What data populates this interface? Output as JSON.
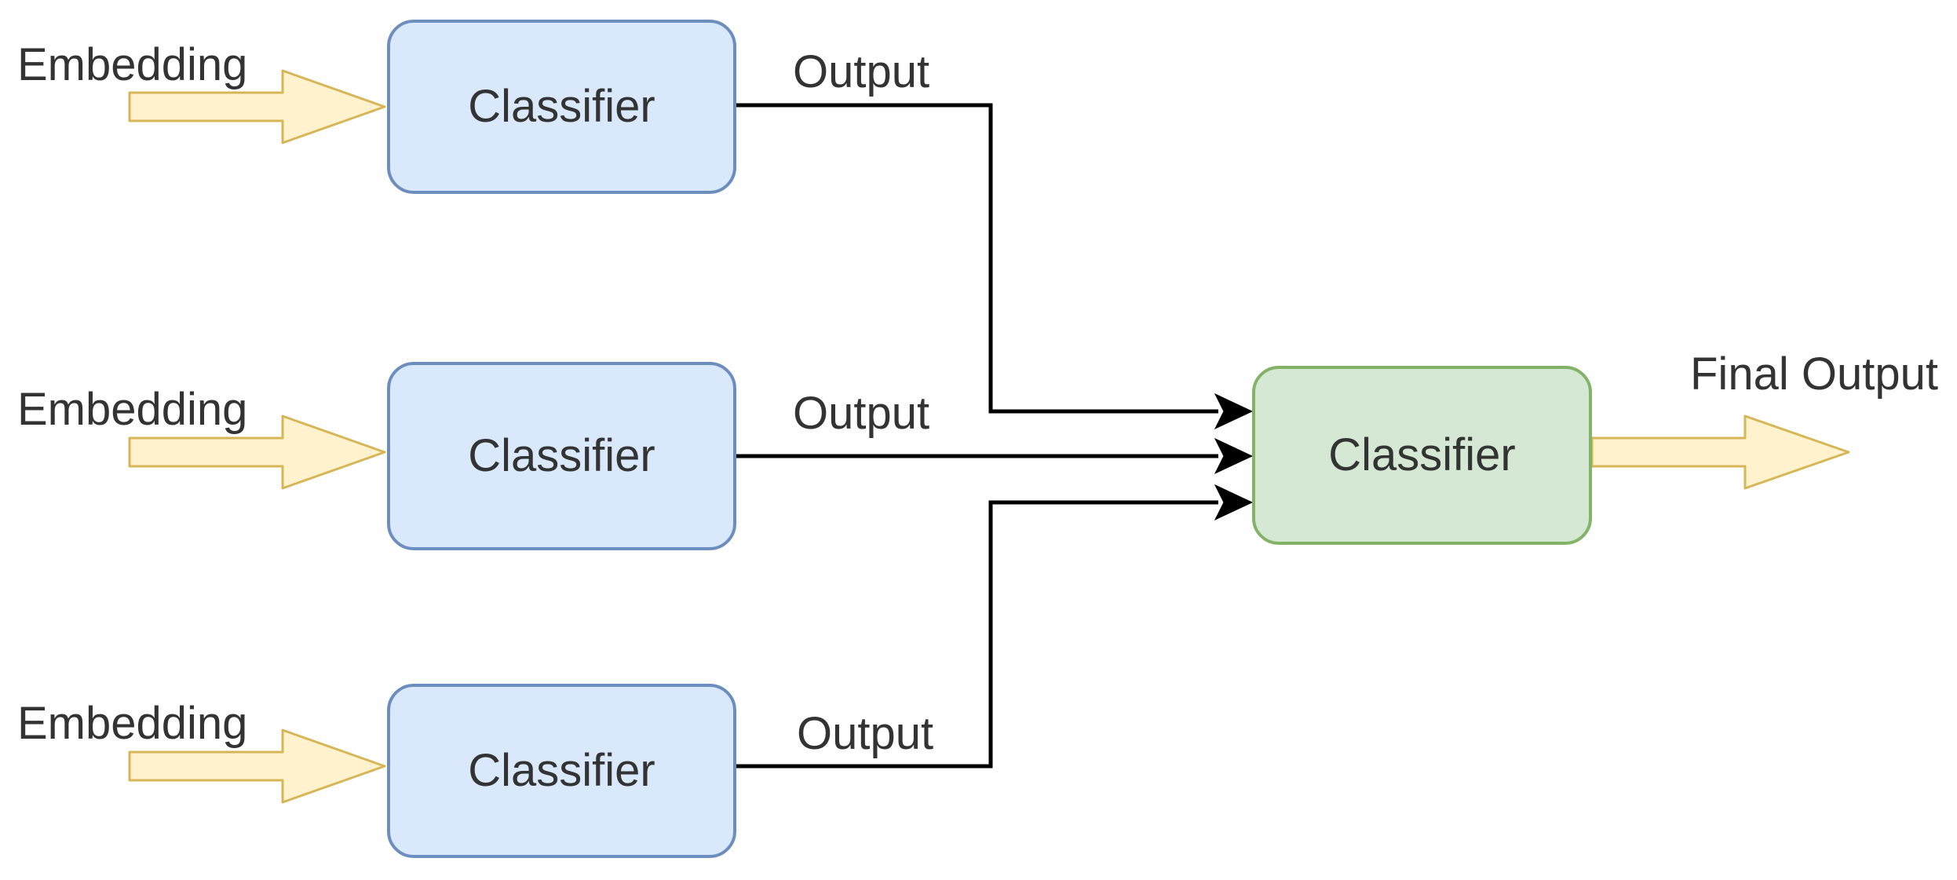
{
  "diagram": {
    "rows": [
      {
        "input_label": "Embedding",
        "node_label": "Classifier",
        "output_label": "Output"
      },
      {
        "input_label": "Embedding",
        "node_label": "Classifier",
        "output_label": "Output"
      },
      {
        "input_label": "Embedding",
        "node_label": "Classifier",
        "output_label": "Output"
      }
    ],
    "aggregator": {
      "node_label": "Classifier",
      "output_label": "Final Output"
    },
    "icons": {
      "input_arrow": "block-arrow-right-icon",
      "final_arrow": "block-arrow-right-icon",
      "connector_head": "arrowhead-right-icon"
    },
    "colors": {
      "background": "#ffffff",
      "node_fill": "#dae8fc",
      "node_border": "#6c8ebf",
      "aggregator_fill": "#d5e8d4",
      "aggregator_border": "#82b366",
      "arrow_fill": "#fff2cc",
      "arrow_border": "#d6b656",
      "connector": "#000000",
      "text": "#333333"
    }
  }
}
